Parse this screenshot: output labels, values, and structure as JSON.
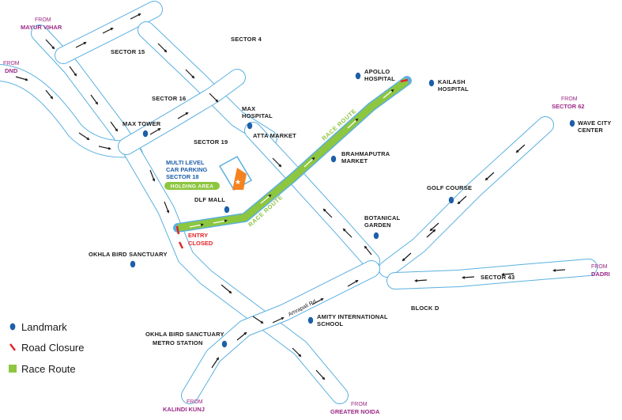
{
  "colors": {
    "road": "#5ab0e0",
    "race_route": "#8dc63f",
    "landmark": "#1d5fa8",
    "closure": "#e3262b",
    "from_label": "#9c2a86",
    "parking": "#f58220"
  },
  "from_labels": [
    {
      "word": "FROM",
      "place": "MAYUR VIHAR"
    },
    {
      "word": "FROM",
      "place": "DND"
    },
    {
      "word": "FROM",
      "place": "SECTOR 62"
    },
    {
      "word": "FROM",
      "place": "DADRI"
    },
    {
      "word": "FROM",
      "place": "KALINDI KUNJ"
    },
    {
      "word": "FROM",
      "place": "GREATER NOIDA"
    }
  ],
  "areas": {
    "sector4": "SECTOR 4",
    "sector15": "SECTOR 15",
    "sector16": "SECTOR 16",
    "sector19": "SECTOR 19",
    "sector43": "SECTOR 43",
    "blockd": "BLOCK D",
    "atta_market": "ATTA MARKET"
  },
  "landmarks": {
    "apollo": [
      "APOLLO",
      "HOSPITAL"
    ],
    "kailash": [
      "KAILASH",
      "HOSPITAL"
    ],
    "max_hospital": [
      "MAX",
      "HOSPITAL"
    ],
    "max_tower": "MAX TOWER",
    "wave_city": [
      "WAVE CITY",
      "CENTER"
    ],
    "brahmaputra": [
      "BRAHMAPUTRA",
      "MARKET"
    ],
    "golf_course": "GOLF COURSE",
    "dlf_mall": "DLF MALL",
    "botanical": [
      "BOTANICAL",
      "GARDEN"
    ],
    "okhla_sanctuary": "OKHLA BIRD SANCTUARY",
    "okhla_metro": [
      "OKHLA BIRD SANCTUARY",
      "METRO STATION"
    ],
    "amity": [
      "AMITY INTERNATIONAL",
      "SCHOOL"
    ]
  },
  "parking": {
    "lines": [
      "MULTI LEVEL",
      "CAR PARKING",
      "SECTOR 18"
    ],
    "holding": "HOLDING AREA"
  },
  "entry_closed": [
    "ENTRY",
    "CLOSED"
  ],
  "race_route_label": "RACE ROUTE",
  "road_name": "Amrapali Rd",
  "legend": {
    "landmark": "Landmark",
    "closure": "Road Closure",
    "race": "Race Route"
  }
}
